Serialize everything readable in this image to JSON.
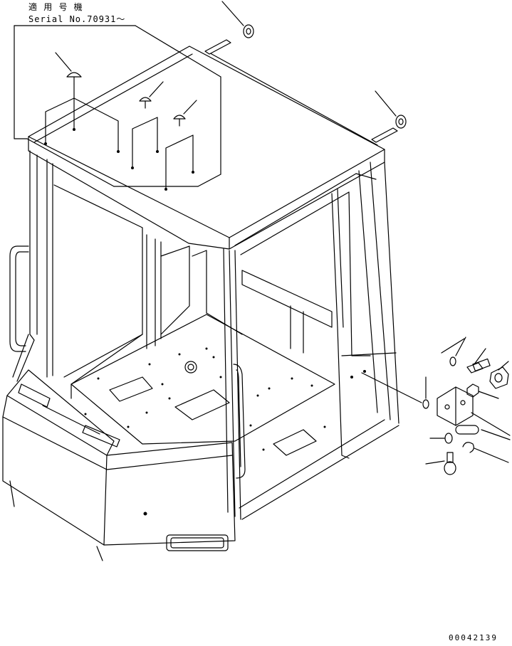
{
  "header": {
    "applicability_label": "適 用 号 機",
    "serial_label": "Serial No.70931～"
  },
  "footer": {
    "document_number": "00042139"
  },
  "colors": {
    "line": "#000000",
    "background": "#ffffff"
  }
}
